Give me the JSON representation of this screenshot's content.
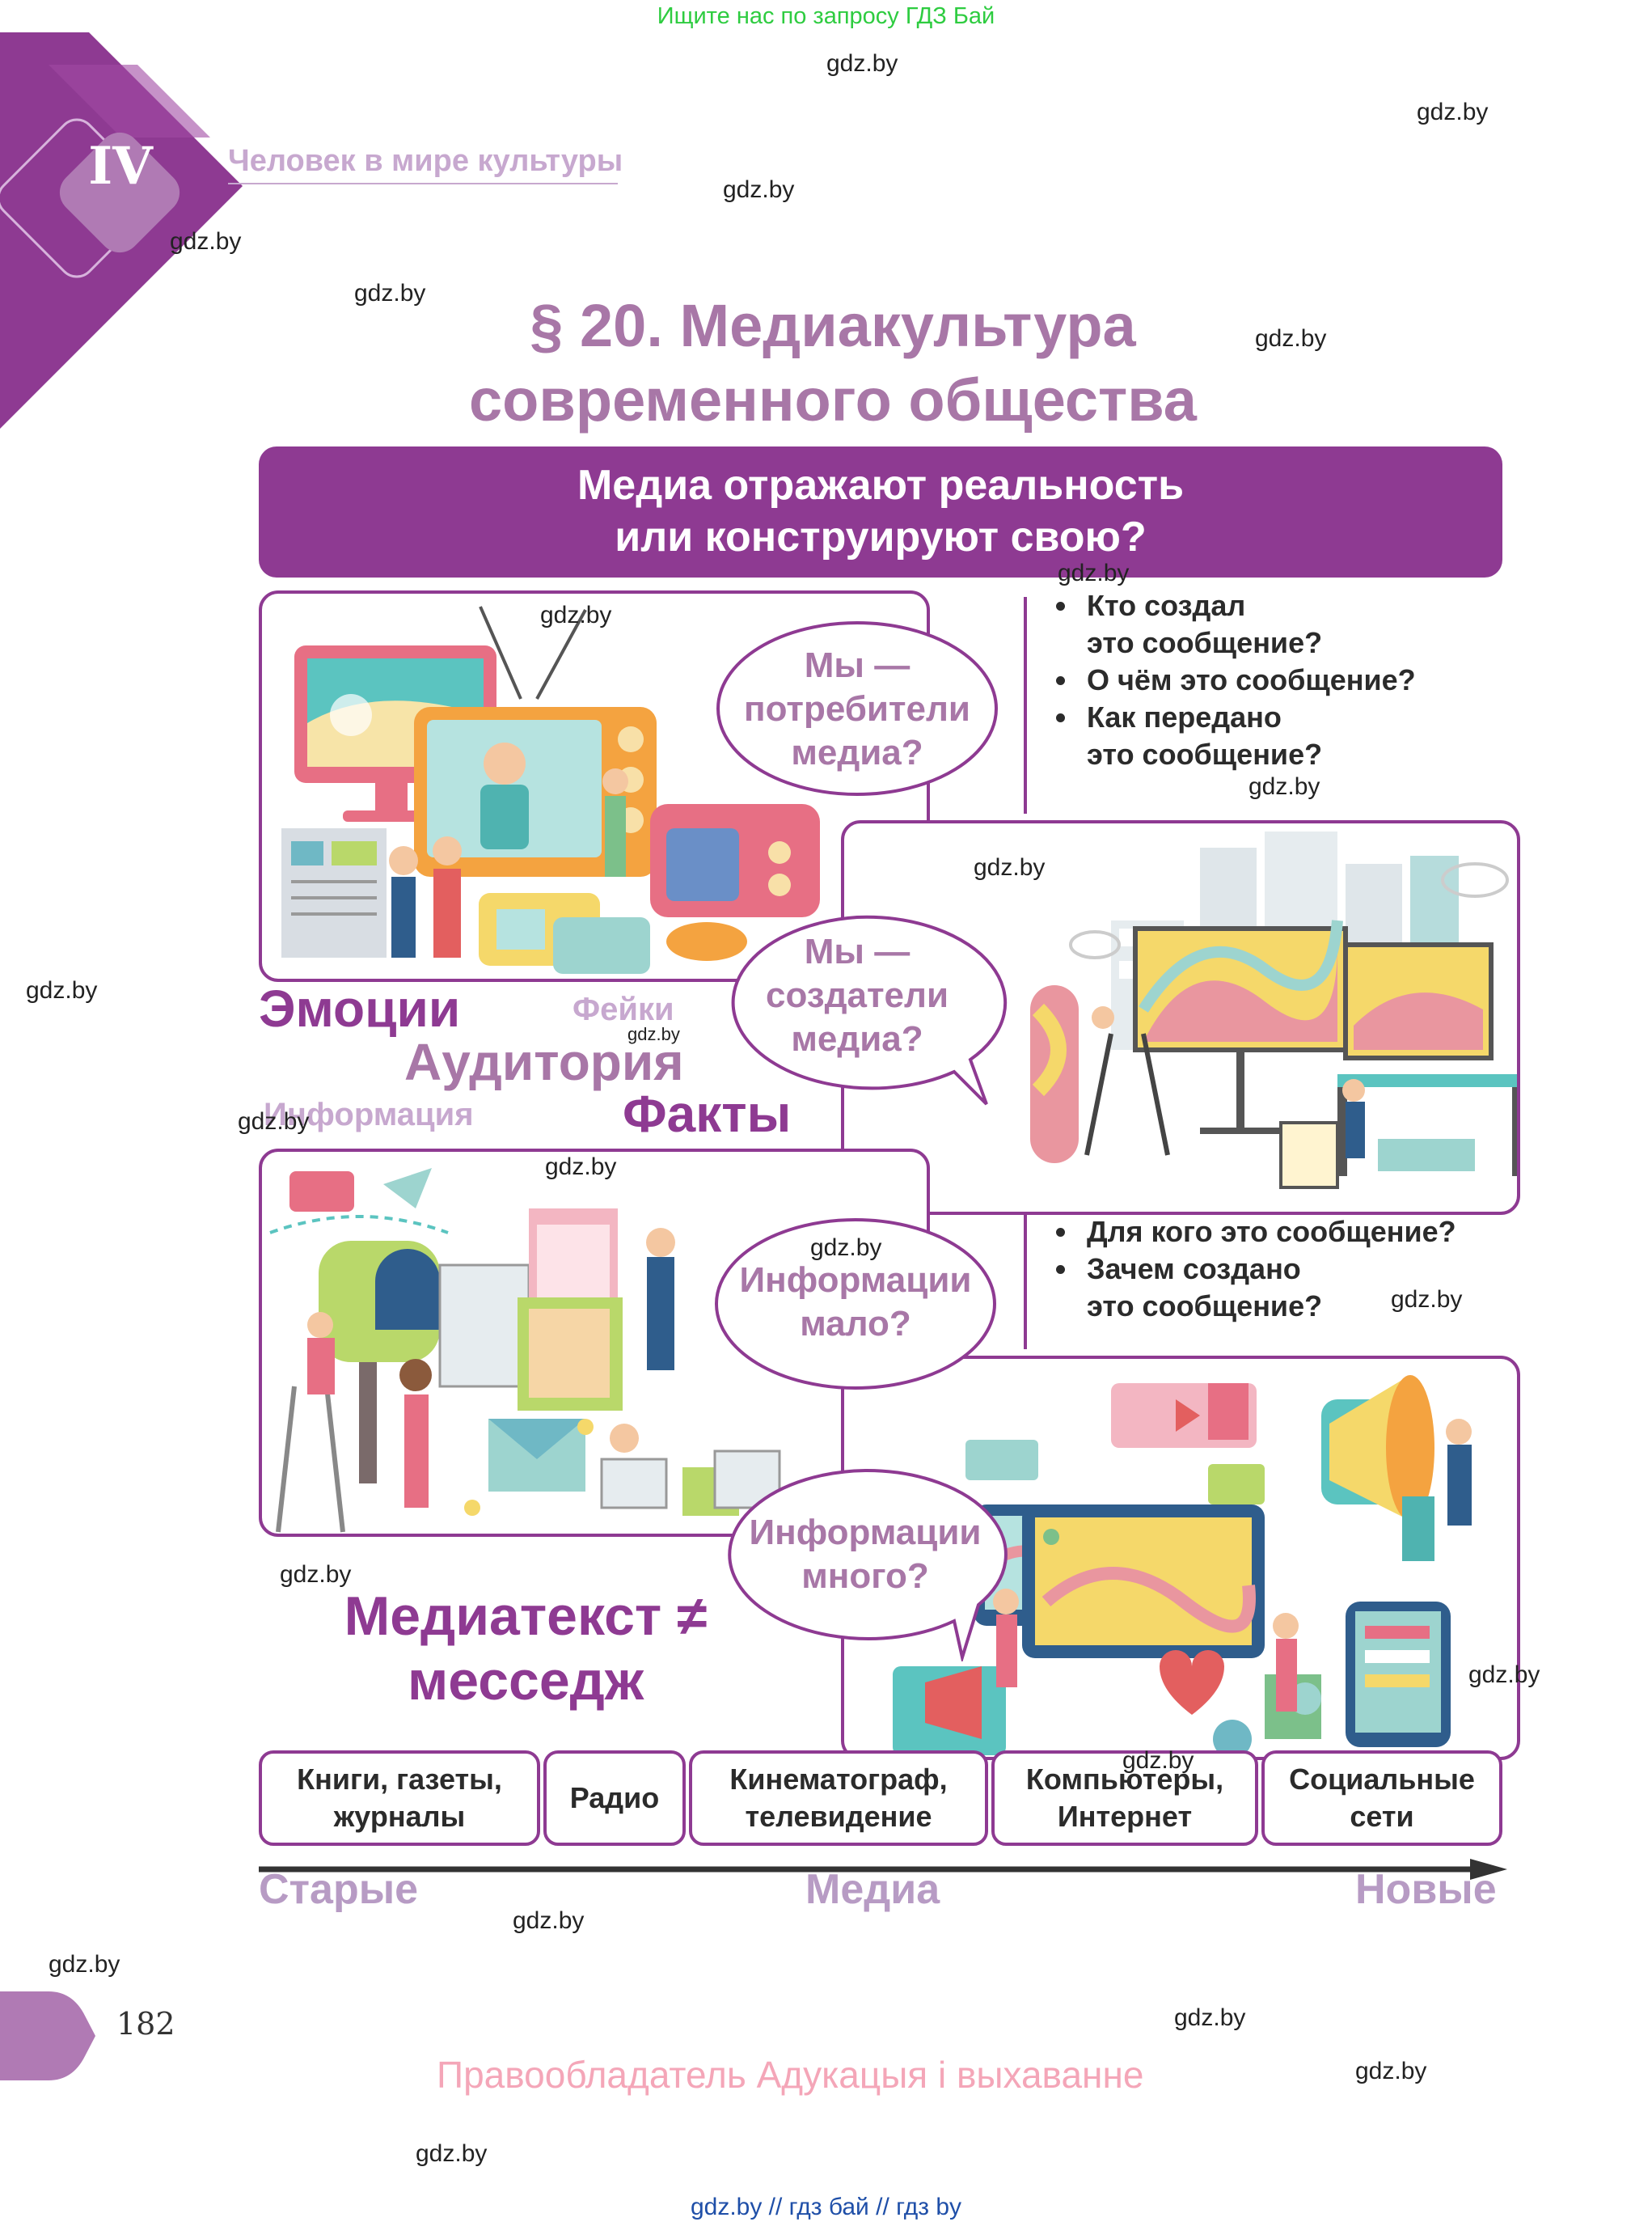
{
  "header": {
    "top_link": "Ищите нас по запросу ГДЗ Бай",
    "chapter_numeral": "IV",
    "chapter_title": "Человек в мире культуры"
  },
  "title": {
    "line1": "§ 20. Медиакультура",
    "line2": "современного общества"
  },
  "banner": {
    "line1": "Медиа отражают реальность",
    "line2": "или конструируют свою?"
  },
  "questions_top": [
    "Кто создал это сообщение?",
    "О чём это сообщение?",
    "Как передано это сообщение?"
  ],
  "questions_top_lines": [
    [
      "Кто создал",
      "это сообщение?"
    ],
    [
      "О чём это сообщение?"
    ],
    [
      "Как передано",
      "это сообщение?"
    ]
  ],
  "questions_bottom_lines": [
    [
      "Для кого это сообщение?"
    ],
    [
      "Зачем создано",
      "это сообщение?"
    ]
  ],
  "bubbles": {
    "consumers": [
      "Мы —",
      "потребители",
      "медиа?"
    ],
    "creators": [
      "Мы —",
      "создатели",
      "медиа?"
    ],
    "info_little": [
      "Информации",
      "мало?"
    ],
    "info_much": [
      "Информации",
      "много?"
    ]
  },
  "words": {
    "emotions": "Эмоции",
    "fakes": "Фейки",
    "audience": "Аудитория",
    "information": "Информация",
    "facts": "Факты"
  },
  "mediatext": {
    "line1": "Медиатекст ≠",
    "line2": "месседж"
  },
  "timeline": {
    "items": [
      [
        "Книги, газеты,",
        "журналы"
      ],
      [
        "Радио"
      ],
      [
        "Кинематограф,",
        "телевидение"
      ],
      [
        "Компьютеры,",
        "Интернет"
      ],
      [
        "Социальные",
        "сети"
      ]
    ],
    "left_label": "Старые",
    "center_label": "Медиа",
    "right_label": "Новые"
  },
  "footer": {
    "page_number": "182",
    "copyright": "Правообладатель Адукацыя і выхаванне",
    "links": "gdz.by  //  гдз бай  //  гдз by"
  },
  "watermark": "gdz.by",
  "colors": {
    "accent": "#8e3a92",
    "light_purple": "#a877a7",
    "pale_purple": "#c7a8cf",
    "copyright_pink": "#f4a6b8"
  }
}
